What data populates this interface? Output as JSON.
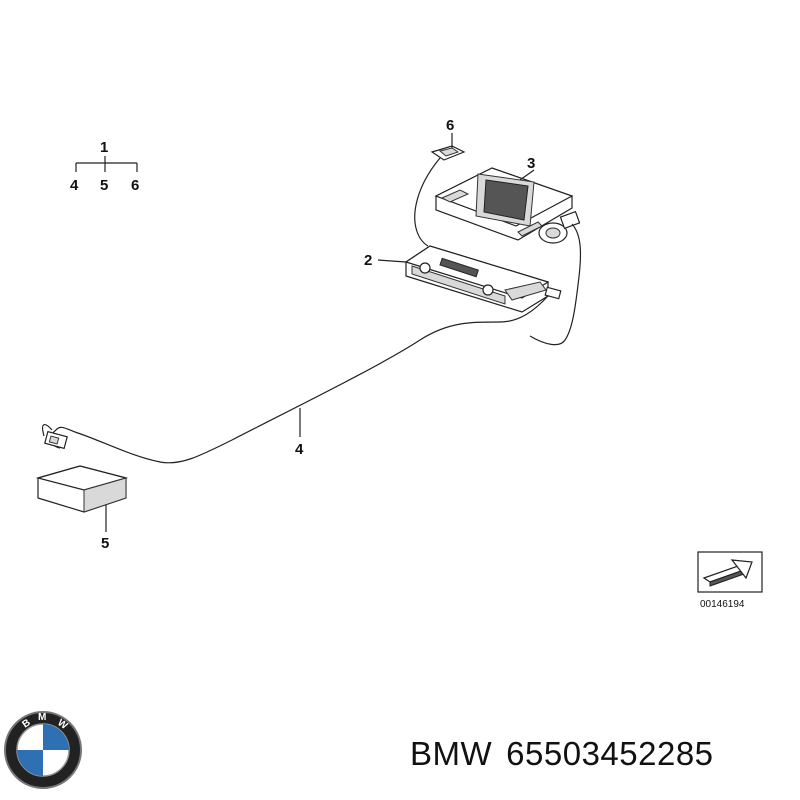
{
  "diagram": {
    "tree": {
      "root": "1",
      "children": [
        "4",
        "5",
        "6"
      ]
    },
    "callouts": {
      "c2": "2",
      "c3": "3",
      "c4": "4",
      "c5": "5",
      "c6": "6"
    },
    "reference_number": "00146194"
  },
  "footer": {
    "brand": "BMW",
    "part_number": "65503452285",
    "logo_text": "BMW"
  }
}
